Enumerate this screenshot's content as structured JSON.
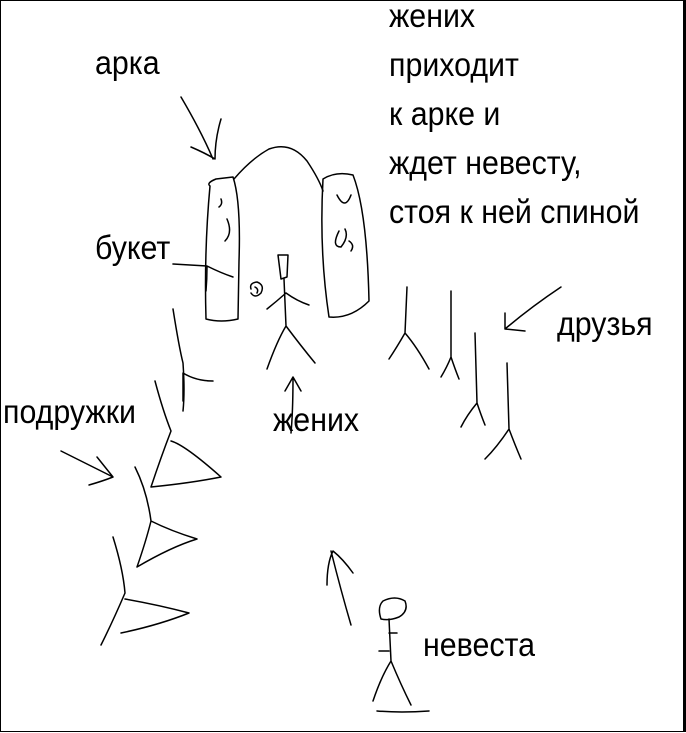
{
  "labels": {
    "arch": "арка",
    "bouquet": "букет",
    "groom": "жених",
    "bridesmaids": "подружки",
    "friends": "друзья",
    "bride": "невеста"
  },
  "description": [
    "жених",
    "приходит",
    "к арке и",
    "ждет невесту,",
    "стоя к ней спиной"
  ]
}
